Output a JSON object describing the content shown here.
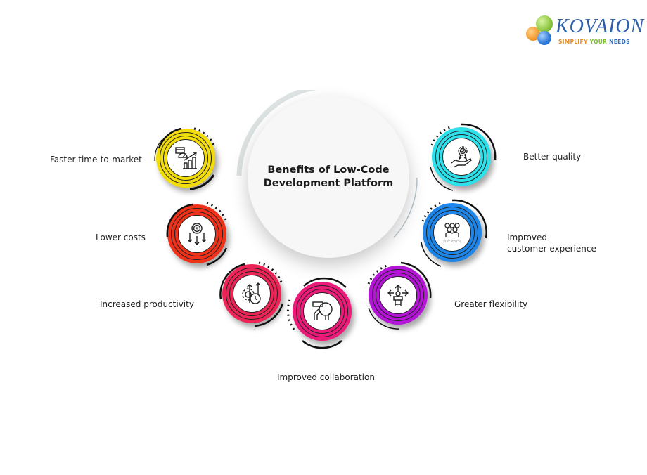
{
  "logo": {
    "wordmark": "KOVAION",
    "tagline_1": "SIMPLIFY",
    "tagline_2": "YOUR",
    "tagline_3": "NEEDS",
    "colors": {
      "orange": "#f39a2b",
      "green": "#8cc63f",
      "blue": "#2f7ad8",
      "text": "#2f5fa8"
    }
  },
  "center": {
    "title_line1": "Benefits of Low-Code",
    "title_line2": "Development Platform"
  },
  "benefits": [
    {
      "label": "Faster time-to-market",
      "icon": "growth-chart-speedometer-icon",
      "color": "#f2dc0c"
    },
    {
      "label": "Lower costs",
      "icon": "dollar-down-arrows-icon",
      "color": "#ef3219"
    },
    {
      "label": "Increased productivity",
      "icon": "gear-clock-arrows-icon",
      "color": "#ee2457"
    },
    {
      "label": "Improved collaboration",
      "icon": "hands-puzzle-icon",
      "color": "#ee1a7a"
    },
    {
      "label": "Greater flexibility",
      "icon": "person-arrows-icon",
      "color": "#b515d6"
    },
    {
      "label": "Improved",
      "label2": "customer experience",
      "icon": "customer-group-stars-icon",
      "color": "#1e86e8"
    },
    {
      "label": "Better quality",
      "icon": "hand-award-badge-icon",
      "color": "#2ee0ea"
    }
  ]
}
